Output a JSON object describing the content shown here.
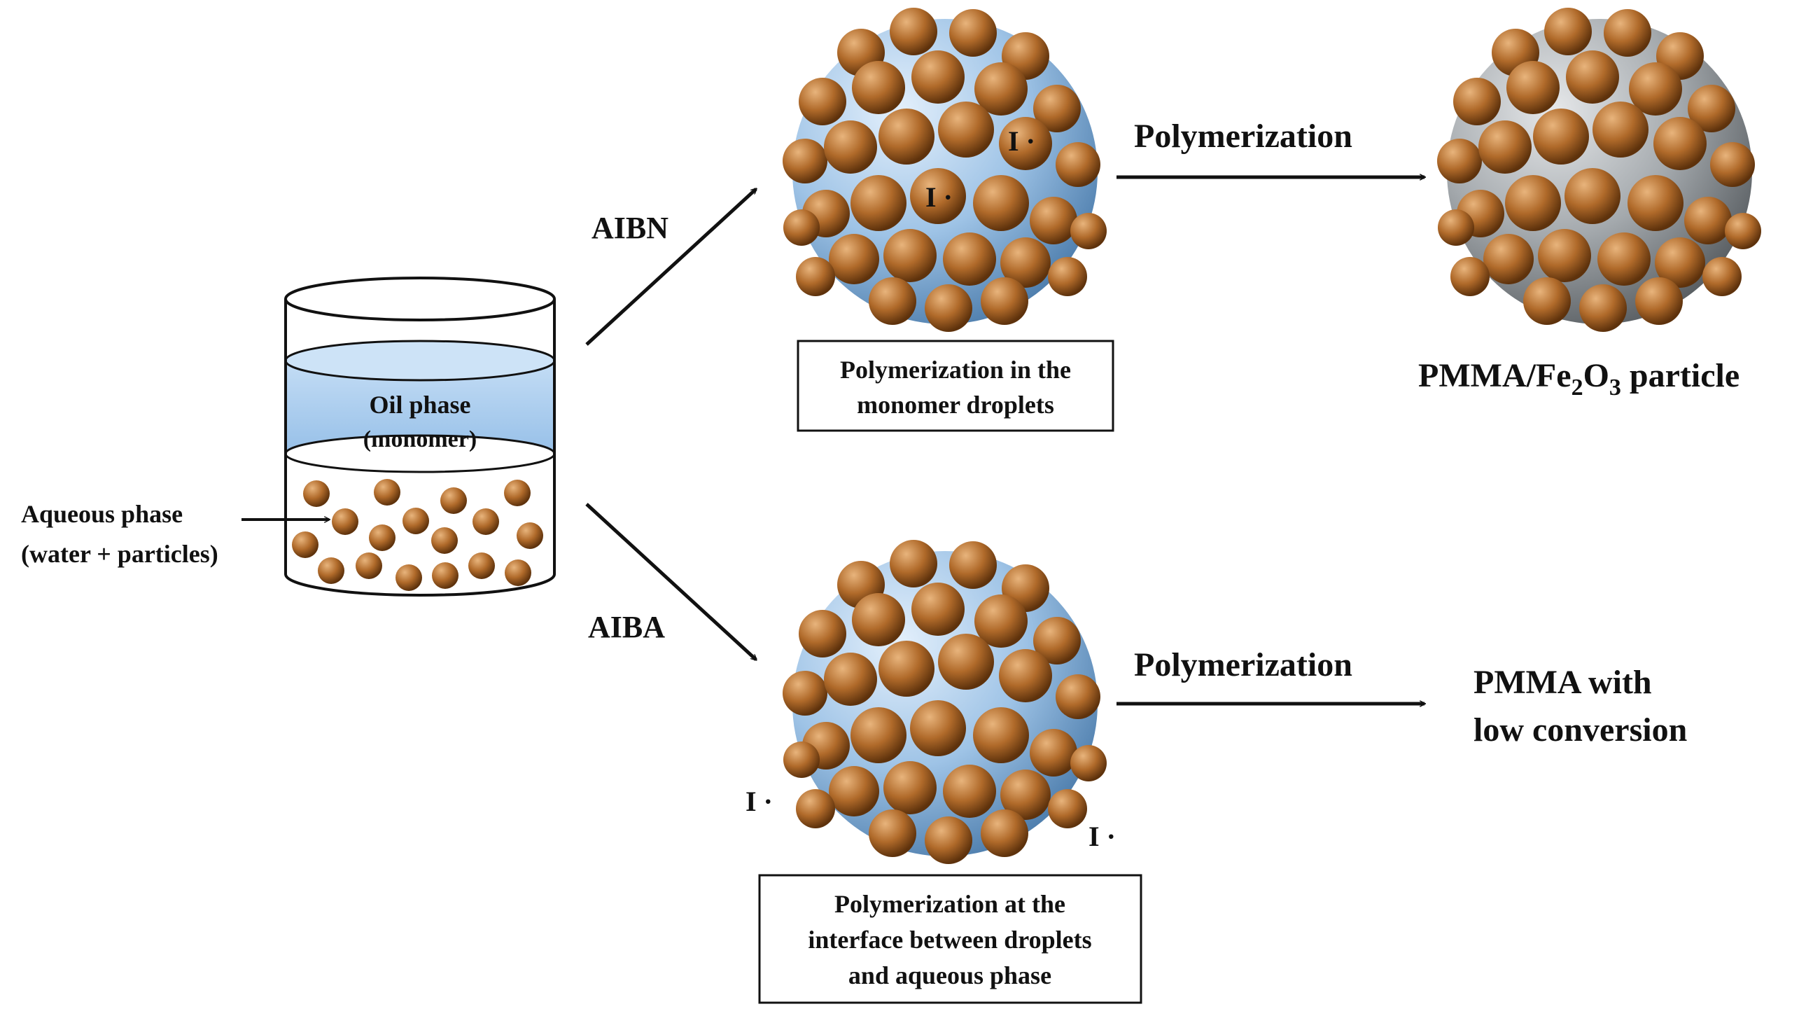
{
  "beaker": {
    "oil_phase": "Oil phase",
    "oil_phase_sub": "(monomer)",
    "aqueous_label_line1": "Aqueous phase",
    "aqueous_label_line2": "(water + particles)"
  },
  "top_route": {
    "initiator": "AIBN",
    "radical_1": "I ·",
    "radical_2": "I ·",
    "box_line1": "Polymerization in the",
    "box_line2": "monomer droplets",
    "step": "Polymerization",
    "product_prefix": "PMMA/Fe",
    "product_sub1": "2",
    "product_mid": "O",
    "product_sub2": "3",
    "product_suffix": " particle"
  },
  "bottom_route": {
    "initiator": "AIBA",
    "radical_1": "I ·",
    "radical_2": "I ·",
    "box_line1": "Polymerization  at the",
    "box_line2": "interface between droplets",
    "box_line3": "and aqueous phase",
    "step": "Polymerization",
    "result_line1": "PMMA with",
    "result_line2": "low conversion"
  },
  "colors": {
    "droplet": "#9ec3e6",
    "droplet_light": "#dbeafa",
    "droplet_dark": "#5f8fc0",
    "polymer": "#a4a9ad",
    "polymer_light": "#dfe2e4",
    "polymer_dark": "#666b70",
    "particle": "#b06a2a",
    "particle_light": "#e0a870",
    "particle_dark": "#6b3a10",
    "oil": "#a9cdf0",
    "ink": "#111111"
  }
}
